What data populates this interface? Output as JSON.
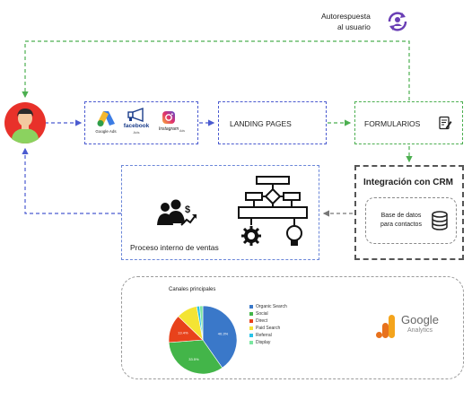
{
  "autorespuesta": {
    "line1": "Autorespuesta",
    "line2": "al usuario"
  },
  "ads": {
    "google_ads": "Google Ads",
    "facebook": "facebook",
    "facebook_sub": "Ads",
    "instagram": "Instagram",
    "instagram_sub": "Ads"
  },
  "landing": {
    "label": "LANDING PAGES"
  },
  "formularios": {
    "label": "FORMULARIOS"
  },
  "crm": {
    "title": "Integración con CRM",
    "db_line1": "Base de datos",
    "db_line2": "para contactos"
  },
  "proceso": {
    "label": "Proceso interno de ventas"
  },
  "analytics": {
    "brand": "Google",
    "brand_sub": "Analytics"
  },
  "colors": {
    "blue": "#4b5bd0",
    "green": "#4caf50",
    "gray": "#8a8a8a"
  },
  "chart_data": {
    "type": "pie",
    "title": "Canales principales",
    "categories": [
      "Organic Search",
      "Social",
      "Direct",
      "Paid Search",
      "Referral",
      "Display"
    ],
    "values": [
      40.3,
      33.5,
      13.4,
      9.9,
      1.4,
      1.5
    ],
    "slice_labels": [
      "40.3%",
      "33.5%",
      "13.4%",
      "",
      "",
      ""
    ],
    "colors": [
      "#3a78c9",
      "#43b549",
      "#e8421b",
      "#f4e433",
      "#29c3e8",
      "#7be6a0"
    ],
    "legend": "right"
  }
}
